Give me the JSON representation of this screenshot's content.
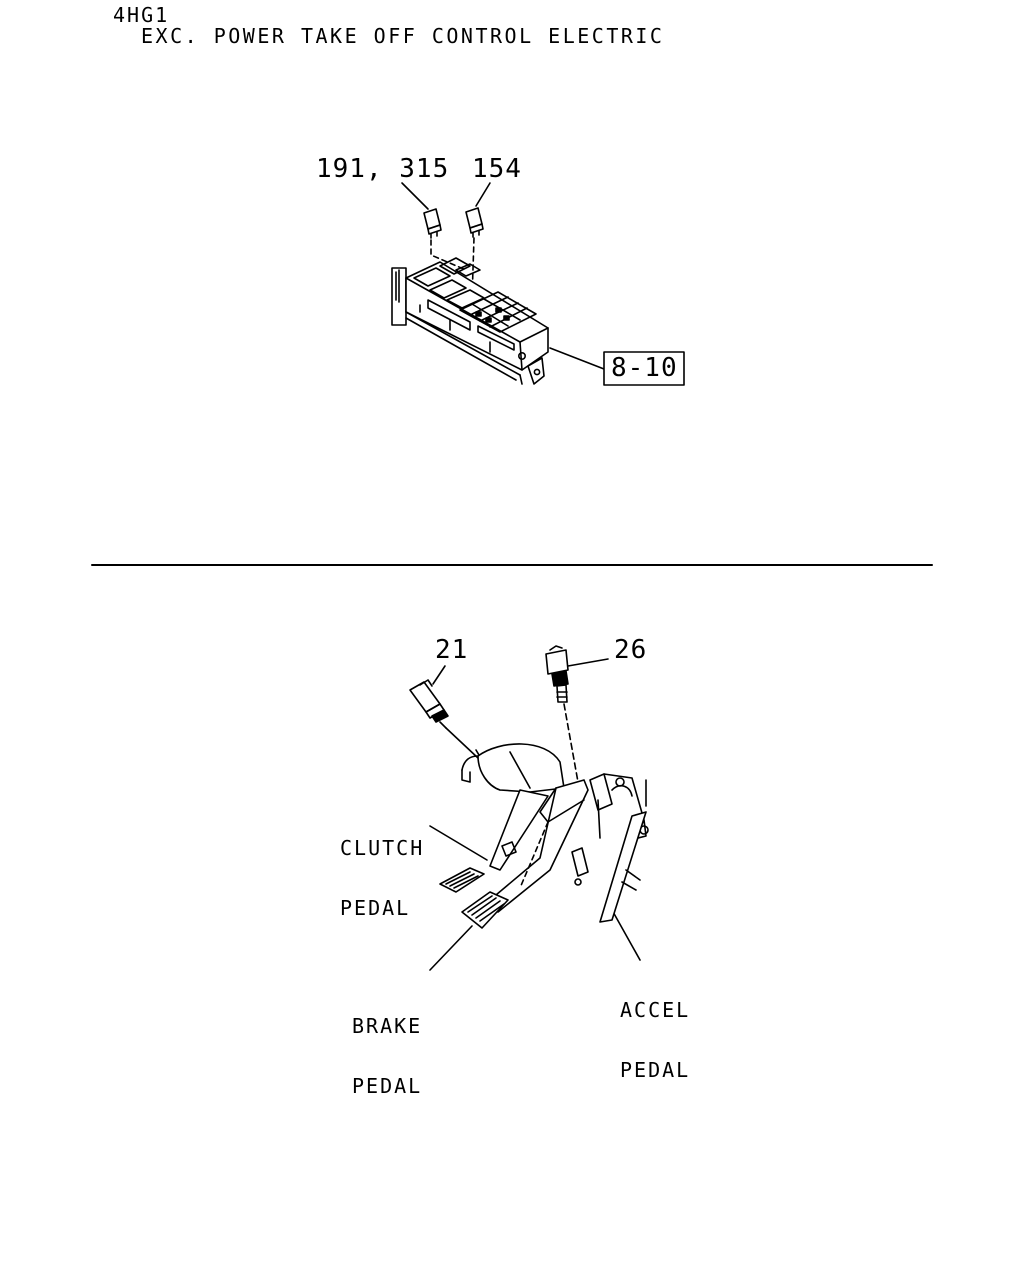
{
  "header": {
    "model": "4HG1",
    "description": "EXC. POWER TAKE OFF CONTROL ELECTRIC"
  },
  "upper_view": {
    "callouts": [
      "191, 315",
      "154"
    ],
    "reference_box": "8-10"
  },
  "lower_view": {
    "callouts": [
      "21",
      "26"
    ],
    "labels": {
      "clutch": [
        "CLUTCH",
        "PEDAL"
      ],
      "brake": [
        "BRAKE",
        "PEDAL"
      ],
      "accel": [
        "ACCEL",
        "PEDAL"
      ]
    }
  }
}
